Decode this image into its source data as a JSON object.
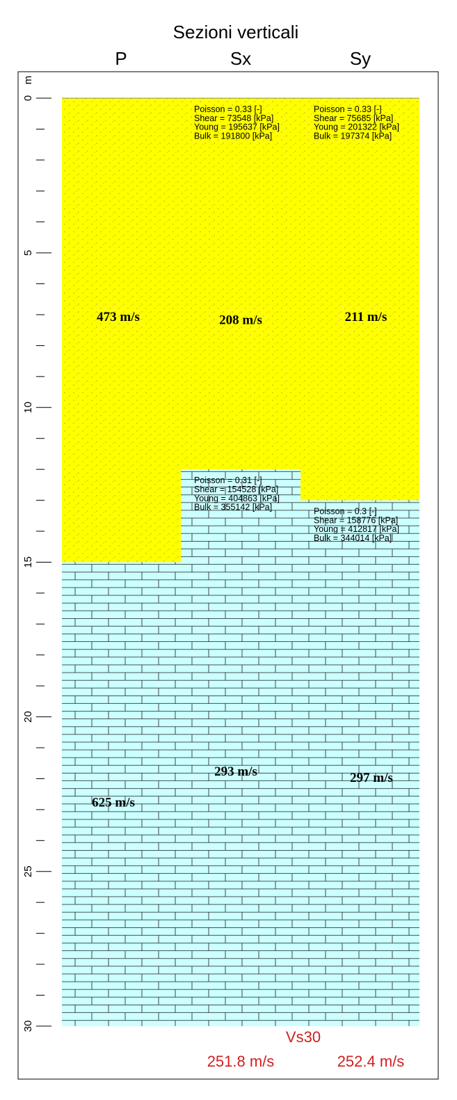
{
  "title": "Sezioni verticali",
  "columns": [
    "P",
    "Sx",
    "Sy"
  ],
  "axis": {
    "unit": "m",
    "ticks": [
      "0",
      "5",
      "10",
      "15",
      "20",
      "25",
      "30"
    ]
  },
  "colors": {
    "sand": "#ffff00",
    "rock": "#ccffff",
    "accent": "#d21f1f"
  },
  "layers": {
    "P": [
      {
        "from": 0,
        "to": 15,
        "material": "sand",
        "velocity": "473 m/s"
      },
      {
        "from": 15,
        "to": 30,
        "material": "rock",
        "velocity": "625 m/s"
      }
    ],
    "Sx": [
      {
        "from": 0,
        "to": 12,
        "material": "sand",
        "velocity": "208 m/s",
        "props": [
          "Poisson = 0.33 [-]",
          "Shear = 73548 [kPa]",
          "Young = 195637 [kPa]",
          "Bulk = 191800 [kPa]"
        ]
      },
      {
        "from": 12,
        "to": 30,
        "material": "rock",
        "velocity": "293 m/s",
        "props": [
          "Poisson = 0.31 [-]",
          "Shear = 154528 [kPa]",
          "Young = 404863 [kPa]",
          "Bulk = 355142 [kPa]"
        ]
      }
    ],
    "Sy": [
      {
        "from": 0,
        "to": 13,
        "material": "sand",
        "velocity": "211 m/s",
        "props": [
          "Poisson = 0.33 [-]",
          "Shear = 75685 [kPa]",
          "Young = 201322 [kPa]",
          "Bulk = 197374 [kPa]"
        ]
      },
      {
        "from": 13,
        "to": 30,
        "material": "rock",
        "velocity": "297 m/s",
        "props": [
          "Poisson = 0.3 [-]",
          "Shear = 158776 [kPa]",
          "Young = 412817 [kPa]",
          "Bulk = 344014 [kPa]"
        ]
      }
    ]
  },
  "vs30": {
    "label": "Vs30",
    "Sx": "251.8 m/s",
    "Sy": "252.4 m/s"
  }
}
